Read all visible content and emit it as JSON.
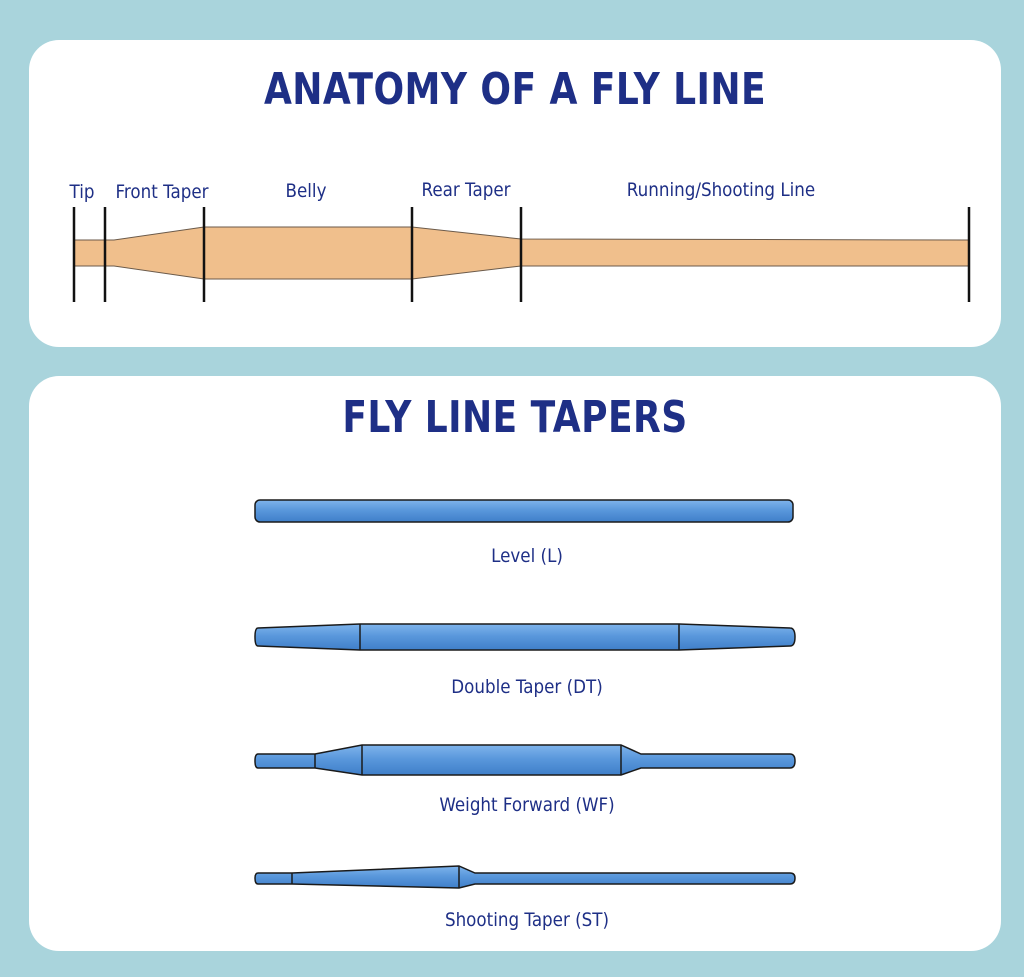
{
  "anatomy": {
    "title": "ANATOMY OF A FLY LINE",
    "sections": [
      {
        "label": "Tip"
      },
      {
        "label": "Front Taper"
      },
      {
        "label": "Belly"
      },
      {
        "label": "Rear Taper"
      },
      {
        "label": "Running/Shooting Line"
      }
    ]
  },
  "tapers": {
    "title": "FLY LINE TAPERS",
    "items": [
      {
        "label": "Level (L)"
      },
      {
        "label": "Double Taper (DT)"
      },
      {
        "label": "Weight Forward (WF)"
      },
      {
        "label": "Shooting Taper (ST)"
      }
    ]
  },
  "colors": {
    "background": "#a9d4dc",
    "panel": "#ffffff",
    "text": "#1e2f86",
    "line_fill": "#f0bf8c",
    "taper_fill": "#5a98dc",
    "divider": "#111111"
  }
}
